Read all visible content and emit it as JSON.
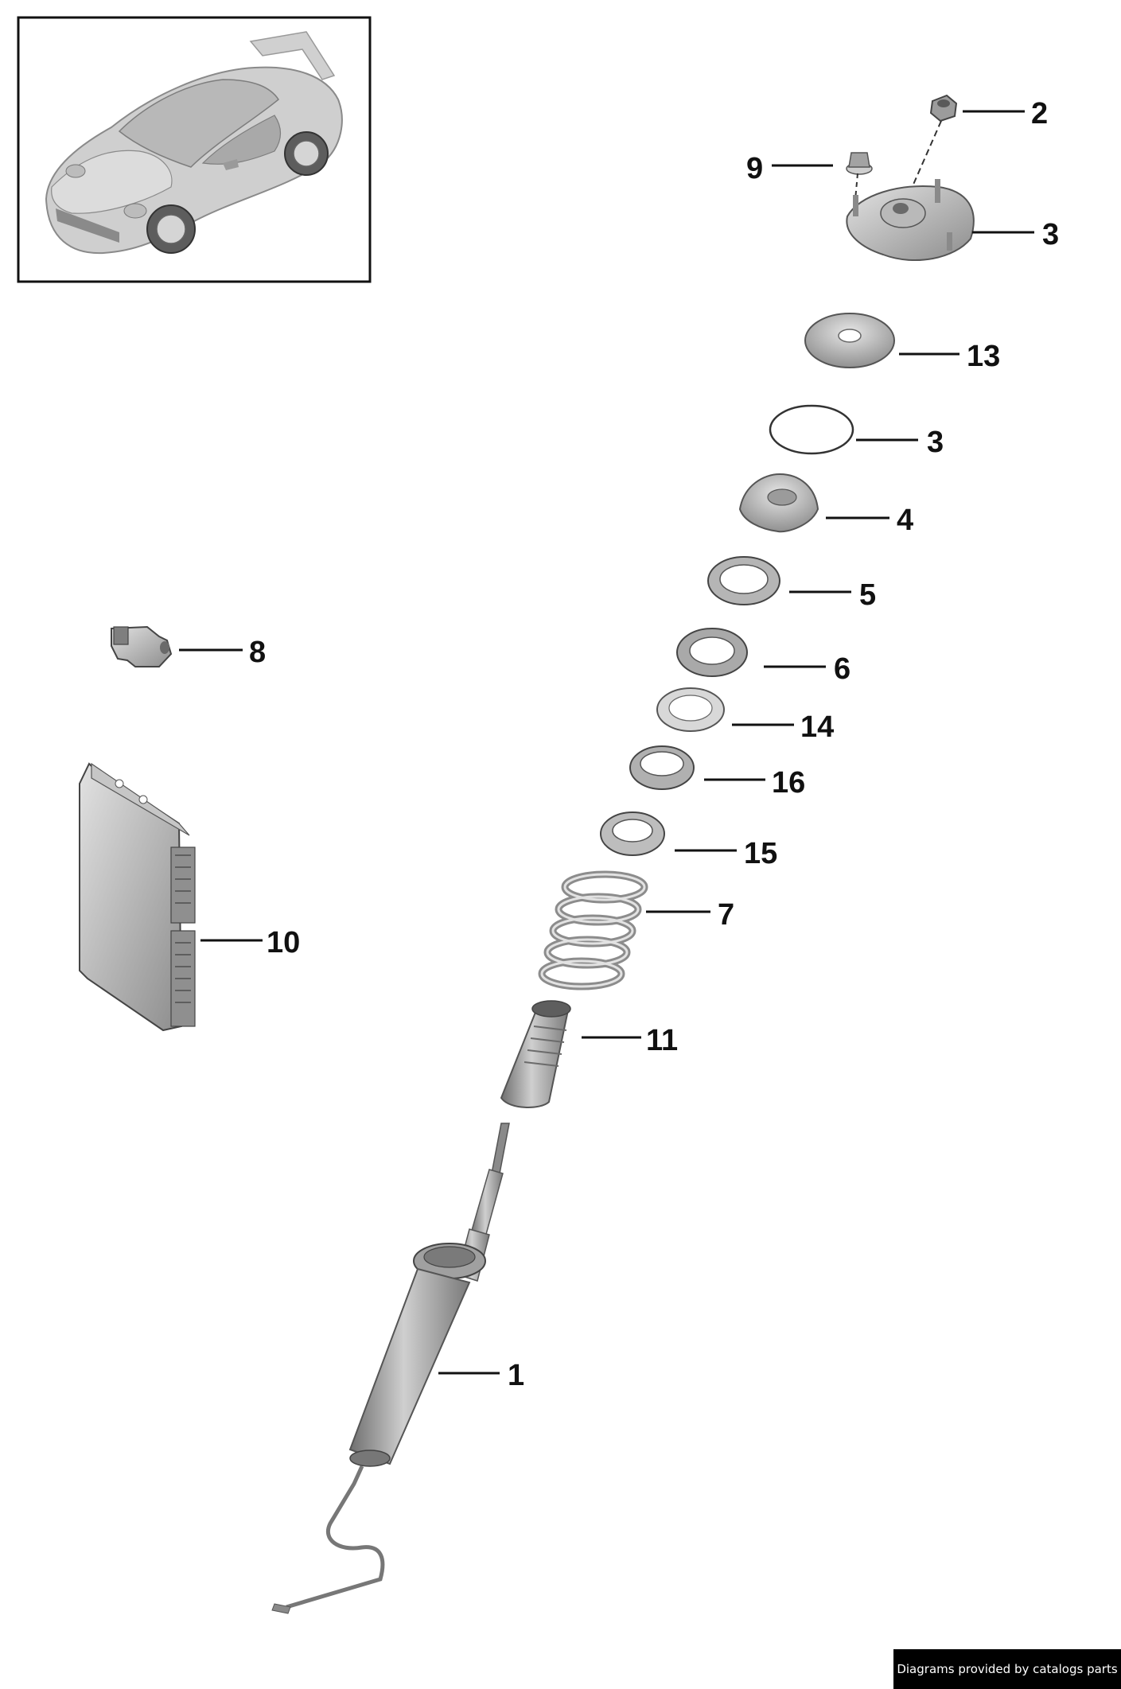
{
  "callouts": [
    {
      "id": "c2",
      "label": "2"
    },
    {
      "id": "c9",
      "label": "9"
    },
    {
      "id": "c3a",
      "label": "3"
    },
    {
      "id": "c13",
      "label": "13"
    },
    {
      "id": "c3b",
      "label": "3"
    },
    {
      "id": "c4",
      "label": "4"
    },
    {
      "id": "c5",
      "label": "5"
    },
    {
      "id": "c8",
      "label": "8"
    },
    {
      "id": "c6",
      "label": "6"
    },
    {
      "id": "c14",
      "label": "14"
    },
    {
      "id": "c16",
      "label": "16"
    },
    {
      "id": "c15",
      "label": "15"
    },
    {
      "id": "c7",
      "label": "7"
    },
    {
      "id": "c10",
      "label": "10"
    },
    {
      "id": "c11",
      "label": "11"
    },
    {
      "id": "c1",
      "label": "1"
    }
  ],
  "credit": "Diagrams provided by catalogs parts",
  "colors": {
    "background": "#ffffff",
    "line": "#111111",
    "part_light": "#d9d9d9",
    "part_mid": "#a8a8a8",
    "part_dark": "#6f6f6f",
    "credit_bg": "#000000",
    "credit_text": "#ffffff"
  }
}
